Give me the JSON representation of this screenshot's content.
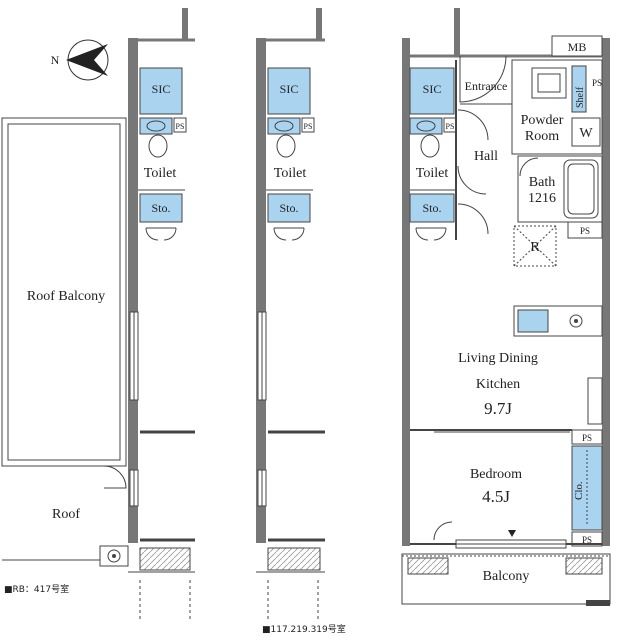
{
  "labels": {
    "sic": "SIC",
    "ps": "PS",
    "toilet": "Toilet",
    "sto": "Sto.",
    "roof_balcony": "Roof Balcony",
    "roof": "Roof",
    "mb": "MB",
    "entrance": "Entrance",
    "shelf": "Shelf",
    "powder_room_line1": "Powder",
    "powder_room_line2": "Room",
    "washer": "W",
    "hall": "Hall",
    "bath_line1": "Bath",
    "bath_line2": "1216",
    "refrigerator": "R",
    "ldk_line1": "Living Dining",
    "ldk_line2": "Kitchen",
    "ldk_size": "9.7J",
    "bedroom": "Bedroom",
    "bedroom_size": "4.5J",
    "closet": "Clo.",
    "balcony": "Balcony",
    "north": "N"
  },
  "notes": {
    "left": "■RB：417号室",
    "middle": "■117.219.319号室"
  },
  "colors": {
    "wall": "#777777",
    "line": "#444444",
    "storage_fill": "#a9d3ee",
    "floor": "#ffffff"
  }
}
